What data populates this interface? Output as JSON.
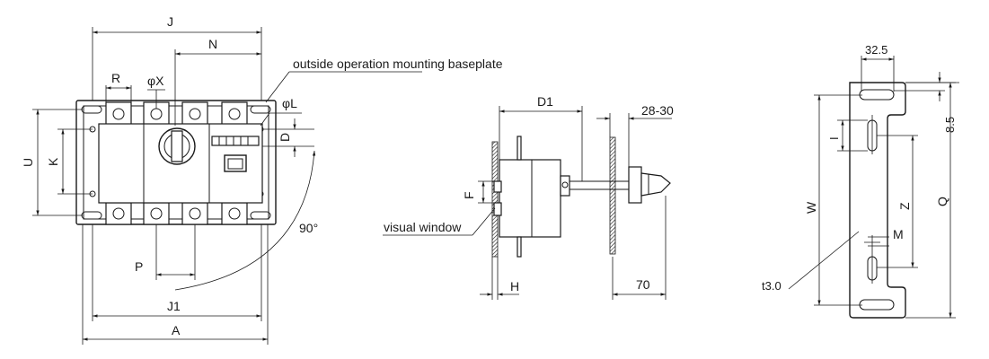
{
  "front_view": {
    "labels": {
      "J": "J",
      "N": "N",
      "R": "R",
      "phiX": "φX",
      "phiL": "φL",
      "U": "U",
      "K": "K",
      "D": "D",
      "angle": "90°",
      "P": "P",
      "J1": "J1",
      "A": "A"
    },
    "callout": "outside operation mounting baseplate"
  },
  "side_view": {
    "labels": {
      "D1": "D1",
      "dim_28_30": "28-30",
      "F": "F",
      "H": "H",
      "dim_70": "70"
    },
    "callout": "visual window"
  },
  "bracket_view": {
    "labels": {
      "dim_32_5": "32.5",
      "dim_8_5": "8.5",
      "I": "I",
      "W": "W",
      "Z": "Z",
      "Q": "Q",
      "M": "M",
      "t3": "t3.0"
    }
  }
}
